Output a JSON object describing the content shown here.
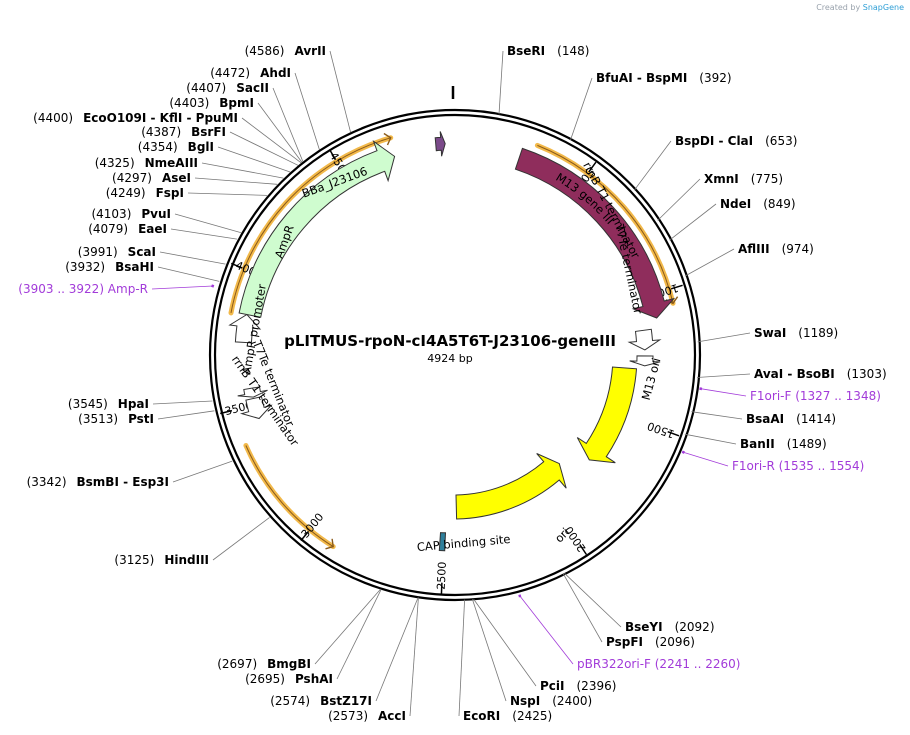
{
  "watermark": {
    "prefix": "Created by",
    "brand": "SnapGene"
  },
  "plasmid": {
    "name": "pLITMUS-rpoN-cI4A5T6T-J23106-geneIII",
    "length_label": "4924 bp",
    "length": 4924
  },
  "ticks": [
    {
      "label": "500",
      "pos": 500
    },
    {
      "label": "1000",
      "pos": 1000
    },
    {
      "label": "1500",
      "pos": 1500
    },
    {
      "label": "2000",
      "pos": 2000
    },
    {
      "label": "2500",
      "pos": 2500
    },
    {
      "label": "3000",
      "pos": 3000
    },
    {
      "label": "3500",
      "pos": 3500
    },
    {
      "label": "4000",
      "pos": 4000
    },
    {
      "label": "4500",
      "pos": 4500
    }
  ],
  "features": [
    {
      "label": "M13 gene III",
      "start": 254,
      "end": 1090,
      "strand": 1,
      "color": "#8f2d5c",
      "label_inside": true,
      "text_color": "#ffffff"
    },
    {
      "label": "BBa_J23106",
      "start": 4860,
      "end": 4895,
      "strand": 1,
      "color": "#7b4a8a"
    },
    {
      "label": "rrnB T1 terminator",
      "start": 1130,
      "end": 1210,
      "strand": 1,
      "color": "#ffffff"
    },
    {
      "label": "T7Te terminator",
      "start": 1235,
      "end": 1275,
      "strand": 1,
      "color": "#ffffff"
    },
    {
      "label": "M13 ori",
      "start": 1290,
      "end": 1745,
      "strand": 1,
      "color": "#ffff00"
    },
    {
      "label": "ori",
      "start": 1855,
      "end": 2445,
      "strand": -1,
      "color": "#ffff00"
    },
    {
      "label": "CAP binding site",
      "start": 2495,
      "end": 2517,
      "strand": 0,
      "color": "#2e7f9b"
    },
    {
      "label": "AmpR",
      "start": 3845,
      "end": 4700,
      "strand": 1,
      "color": "#cffccf"
    },
    {
      "label": "AmpR promoter",
      "start": 3740,
      "end": 3845,
      "strand": 1,
      "color": "#ffffff"
    },
    {
      "label": "T7Te terminator",
      "start": 3530,
      "end": 3565,
      "strand": -1,
      "color": "#ffffff"
    },
    {
      "label": "rrnB T1 terminator",
      "start": 3445,
      "end": 3525,
      "strand": -1,
      "color": "#ffffff"
    }
  ],
  "orange_arcs": [
    {
      "start": 300,
      "end": 1050,
      "strand": 1
    },
    {
      "start": 2900,
      "end": 3370,
      "strand": -1
    },
    {
      "start": 3840,
      "end": 4705,
      "strand": 1
    }
  ],
  "sites": [
    {
      "name": "BseRI",
      "pos": "(148)",
      "loc": 148
    },
    {
      "name": "BfuAI",
      "alt": "BspMI",
      "pos": "(392)",
      "loc": 392
    },
    {
      "name": "BspDI",
      "alt": "ClaI",
      "pos": "(653)",
      "loc": 653
    },
    {
      "name": "XmnI",
      "pos": "(775)",
      "loc": 775
    },
    {
      "name": "NdeI",
      "pos": "(849)",
      "loc": 849
    },
    {
      "name": "AflIII",
      "pos": "(974)",
      "loc": 974
    },
    {
      "name": "SwaI",
      "pos": "(1189)",
      "loc": 1189
    },
    {
      "name": "AvaI",
      "alt": "BsoBI",
      "pos": "(1303)",
      "loc": 1303
    },
    {
      "name": "BsaAI",
      "pos": "(1414)",
      "loc": 1414
    },
    {
      "name": "BanII",
      "pos": "(1489)",
      "loc": 1489
    },
    {
      "name": "BseYI",
      "pos": "(2092)",
      "loc": 2092
    },
    {
      "name": "PspFI",
      "pos": "(2096)",
      "loc": 2096
    },
    {
      "name": "PciI",
      "pos": "(2396)",
      "loc": 2396
    },
    {
      "name": "NspI",
      "pos": "(2400)",
      "loc": 2400
    },
    {
      "name": "EcoRI",
      "pos": "(2425)",
      "loc": 2425
    },
    {
      "name": "AccI",
      "pos": "(2573)",
      "loc": 2573
    },
    {
      "name": "BstZ17I",
      "pos": "(2574)",
      "loc": 2574
    },
    {
      "name": "PshAI",
      "pos": "(2695)",
      "loc": 2695
    },
    {
      "name": "BmgBI",
      "pos": "(2697)",
      "loc": 2697
    },
    {
      "name": "HindIII",
      "pos": "(3125)",
      "loc": 3125
    },
    {
      "name": "BsmBI",
      "alt": "Esp3I",
      "pos": "(3342)",
      "loc": 3342
    },
    {
      "name": "PstI",
      "pos": "(3513)",
      "loc": 3513
    },
    {
      "name": "HpaI",
      "pos": "(3545)",
      "loc": 3545
    },
    {
      "name": "BsaHI",
      "pos": "(3932)",
      "loc": 3932
    },
    {
      "name": "ScaI",
      "pos": "(3991)",
      "loc": 3991
    },
    {
      "name": "EaeI",
      "pos": "(4079)",
      "loc": 4079
    },
    {
      "name": "PvuI",
      "pos": "(4103)",
      "loc": 4103
    },
    {
      "name": "FspI",
      "pos": "(4249)",
      "loc": 4249
    },
    {
      "name": "AseI",
      "pos": "(4297)",
      "loc": 4297
    },
    {
      "name": "NmeAIII",
      "pos": "(4325)",
      "loc": 4325
    },
    {
      "name": "BglI",
      "pos": "(4354)",
      "loc": 4354
    },
    {
      "name": "BsrFI",
      "pos": "(4387)",
      "loc": 4387
    },
    {
      "name": "EcoO109I",
      "alt": "KflI - PpuMI",
      "pos": "(4400)",
      "loc": 4400
    },
    {
      "name": "BpmI",
      "pos": "(4403)",
      "loc": 4403
    },
    {
      "name": "SacII",
      "pos": "(4407)",
      "loc": 4407
    },
    {
      "name": "AhdI",
      "pos": "(4472)",
      "loc": 4472
    },
    {
      "name": "AvrII",
      "pos": "(4586)",
      "loc": 4586
    }
  ],
  "primers": [
    {
      "name": "F1ori-F",
      "range": "(1327 .. 1348)",
      "loc": 1337
    },
    {
      "name": "F1ori-R",
      "range": "(1535 .. 1554)",
      "loc": 1544
    },
    {
      "name": "pBR322ori-F",
      "range": "(2241 .. 2260)",
      "loc": 2250
    },
    {
      "name": "Amp-R",
      "range": "(3903 .. 3922)",
      "loc": 3912
    }
  ]
}
